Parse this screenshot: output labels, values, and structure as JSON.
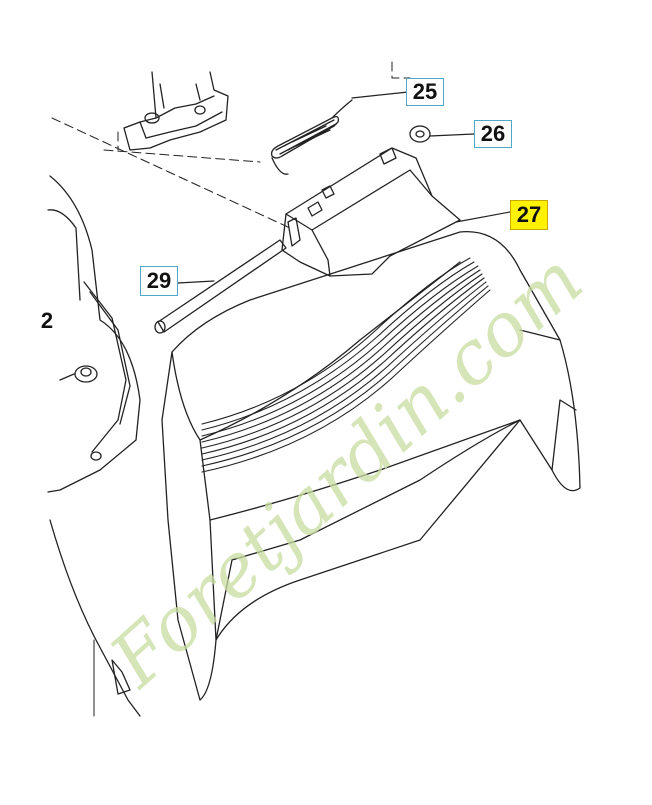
{
  "callouts": {
    "p25": "25",
    "p26": "26",
    "p27": "27",
    "p29": "29",
    "partial": "2"
  },
  "highlight_color": "#fff200",
  "callout_border_color": "#4fa8c8",
  "watermark": {
    "text": "Foretjardin.com",
    "colors": [
      "#c8dca0",
      "#f0c080",
      "#a8c878"
    ]
  }
}
